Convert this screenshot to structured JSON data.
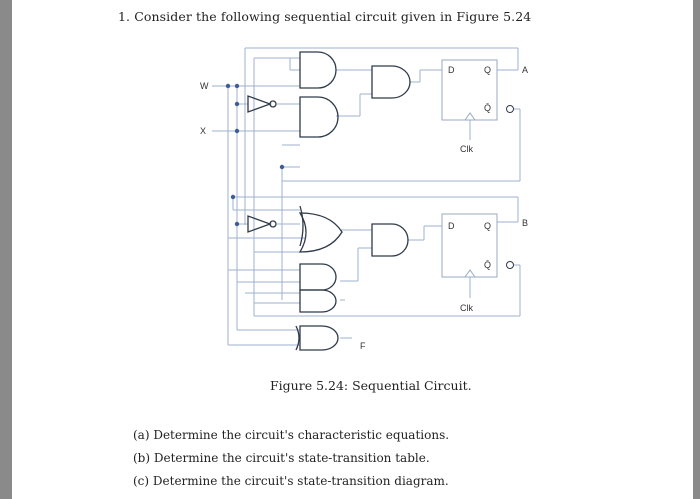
{
  "question": {
    "text": "1. Consider the following sequential circuit given in Figure 5.24"
  },
  "figure": {
    "caption": "Figure 5.24: Sequential Circuit.",
    "labels": {
      "input_w": "W",
      "input_x": "X",
      "output_a": "A",
      "output_b": "B",
      "output_f": "F",
      "ff1_d": "D",
      "ff1_q": "Q",
      "ff1_qbar": "Q̄",
      "ff1_clk": "Clk",
      "ff2_d": "D",
      "ff2_q": "Q",
      "ff2_qbar": "Q̄",
      "ff2_clk": "Clk"
    },
    "colors": {
      "wire": "#9fb0cc",
      "gate": "#2f3a4a",
      "junction": "#3e5d96"
    }
  },
  "parts": [
    "(a) Determine the circuit's characteristic equations.",
    "(b) Determine the circuit's state-transition table.",
    "(c) Determine the circuit's state-transition diagram."
  ]
}
